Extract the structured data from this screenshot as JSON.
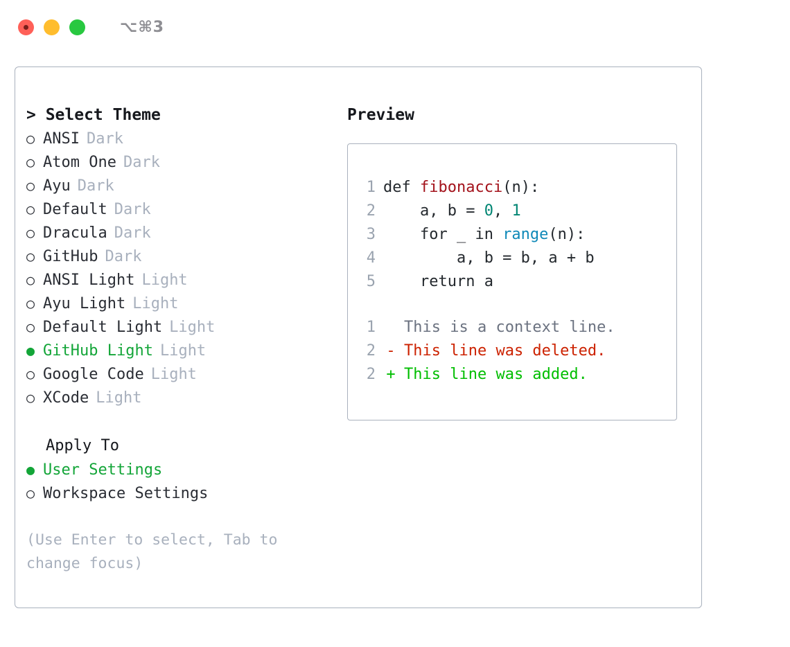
{
  "titlebar": {
    "shortcut_label": "⌥⌘3",
    "buttons": [
      {
        "name": "close",
        "color": "#ff6058"
      },
      {
        "name": "minimize",
        "color": "#ffbd2e"
      },
      {
        "name": "maximize",
        "color": "#28c840"
      }
    ]
  },
  "colors": {
    "panel_border": "#a9b1bd",
    "accent_green": "#13a538",
    "text_primary": "#2a2d34",
    "text_muted": "#a8b0bd",
    "code_function": "#a3121b",
    "code_call": "#0f89b8",
    "code_number": "#008573",
    "diff_context": "#6b7280",
    "diff_delete": "#cc2200",
    "diff_add": "#00be00"
  },
  "theme_panel": {
    "heading": "> Select Theme",
    "marker_unselected": "○",
    "marker_selected": "●",
    "items": [
      {
        "name": "ANSI",
        "tag": "Dark",
        "selected": false
      },
      {
        "name": "Atom One",
        "tag": "Dark",
        "selected": false
      },
      {
        "name": "Ayu",
        "tag": "Dark",
        "selected": false
      },
      {
        "name": "Default",
        "tag": "Dark",
        "selected": false
      },
      {
        "name": "Dracula",
        "tag": "Dark",
        "selected": false
      },
      {
        "name": "GitHub",
        "tag": "Dark",
        "selected": false
      },
      {
        "name": "ANSI Light",
        "tag": "Light",
        "selected": false
      },
      {
        "name": "Ayu Light",
        "tag": "Light",
        "selected": false
      },
      {
        "name": "Default Light",
        "tag": "Light",
        "selected": false
      },
      {
        "name": "GitHub Light",
        "tag": "Light",
        "selected": true
      },
      {
        "name": "Google Code",
        "tag": "Light",
        "selected": false
      },
      {
        "name": "XCode",
        "tag": "Light",
        "selected": false
      }
    ]
  },
  "apply_to": {
    "heading": "Apply To",
    "options": [
      {
        "label": "User Settings",
        "selected": true
      },
      {
        "label": "Workspace Settings",
        "selected": false
      }
    ]
  },
  "hint_text": "(Use Enter to select, Tab to change focus)",
  "preview": {
    "heading": "Preview",
    "code_lines": [
      {
        "no": "1",
        "segments": [
          {
            "text": "def ",
            "token": "plain"
          },
          {
            "text": "fibonacci",
            "token": "function"
          },
          {
            "text": "(n):",
            "token": "plain"
          }
        ]
      },
      {
        "no": "2",
        "segments": [
          {
            "text": "    a, b = ",
            "token": "plain"
          },
          {
            "text": "0",
            "token": "number"
          },
          {
            "text": ", ",
            "token": "plain"
          },
          {
            "text": "1",
            "token": "number"
          }
        ]
      },
      {
        "no": "3",
        "segments": [
          {
            "text": "    for _ in ",
            "token": "plain"
          },
          {
            "text": "range",
            "token": "call"
          },
          {
            "text": "(n):",
            "token": "plain"
          }
        ]
      },
      {
        "no": "4",
        "segments": [
          {
            "text": "        a, b = b, a + b",
            "token": "plain"
          }
        ]
      },
      {
        "no": "5",
        "segments": [
          {
            "text": "    return a",
            "token": "plain"
          }
        ]
      }
    ],
    "diff_lines": [
      {
        "no": "1",
        "sign": " ",
        "text": "This is a context line.",
        "kind": "context"
      },
      {
        "no": "2",
        "sign": "-",
        "text": "This line was deleted.",
        "kind": "delete"
      },
      {
        "no": "2",
        "sign": "+",
        "text": "This line was added.",
        "kind": "add"
      }
    ]
  }
}
